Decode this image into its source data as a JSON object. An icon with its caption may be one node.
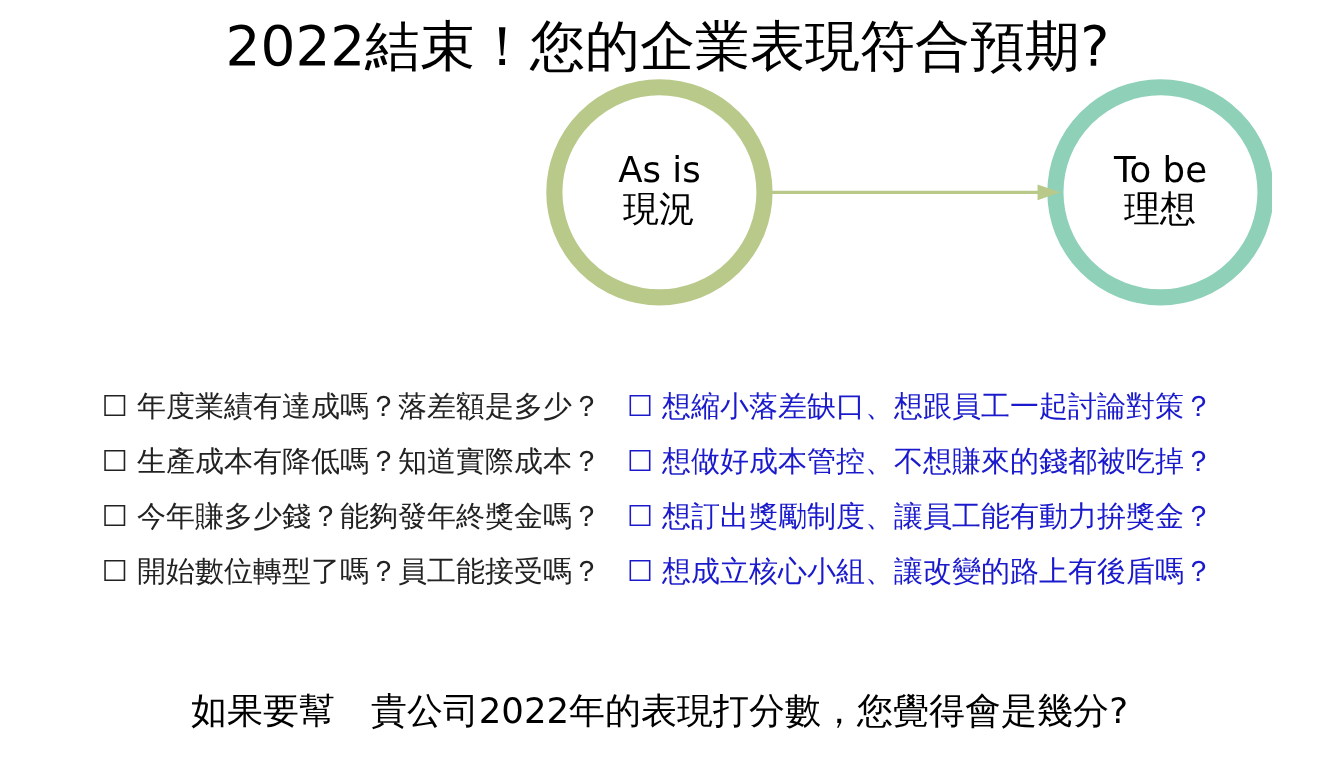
{
  "diagram": {
    "title": "2022結束！您的企業表現符合預期?",
    "caption": "如果要幫　貴公司2022年的表現打分數，您覺得會是幾分?",
    "nodes": [
      {
        "text": [
          "As is",
          "現況"
        ]
      },
      {
        "text": [
          "To be",
          "理想"
        ]
      }
    ],
    "edges": [
      {
        "from": 0,
        "to": 1,
        "arrow": "to",
        "color": "#b9c98a"
      }
    ],
    "labels": [
      "☐ 年度業績有達成嗎？落差額是多少？",
      "☐ 想縮小落差缺口、想跟員工一起討論對策？",
      "☐ 生產成本有降低嗎？知道實際成本？",
      "☐ 想做好成本管控、不想賺來的錢都被吃掉？",
      "☐ 今年賺多少錢？能夠發年終獎金嗎？",
      "☐ 想訂出獎勵制度、讓員工能有動力拚獎金？",
      "☐ 開始數位轉型了嗎？員工能接受嗎？",
      "☐ 想成立核心小組、讓改變的路上有後盾嗎？"
    ]
  }
}
